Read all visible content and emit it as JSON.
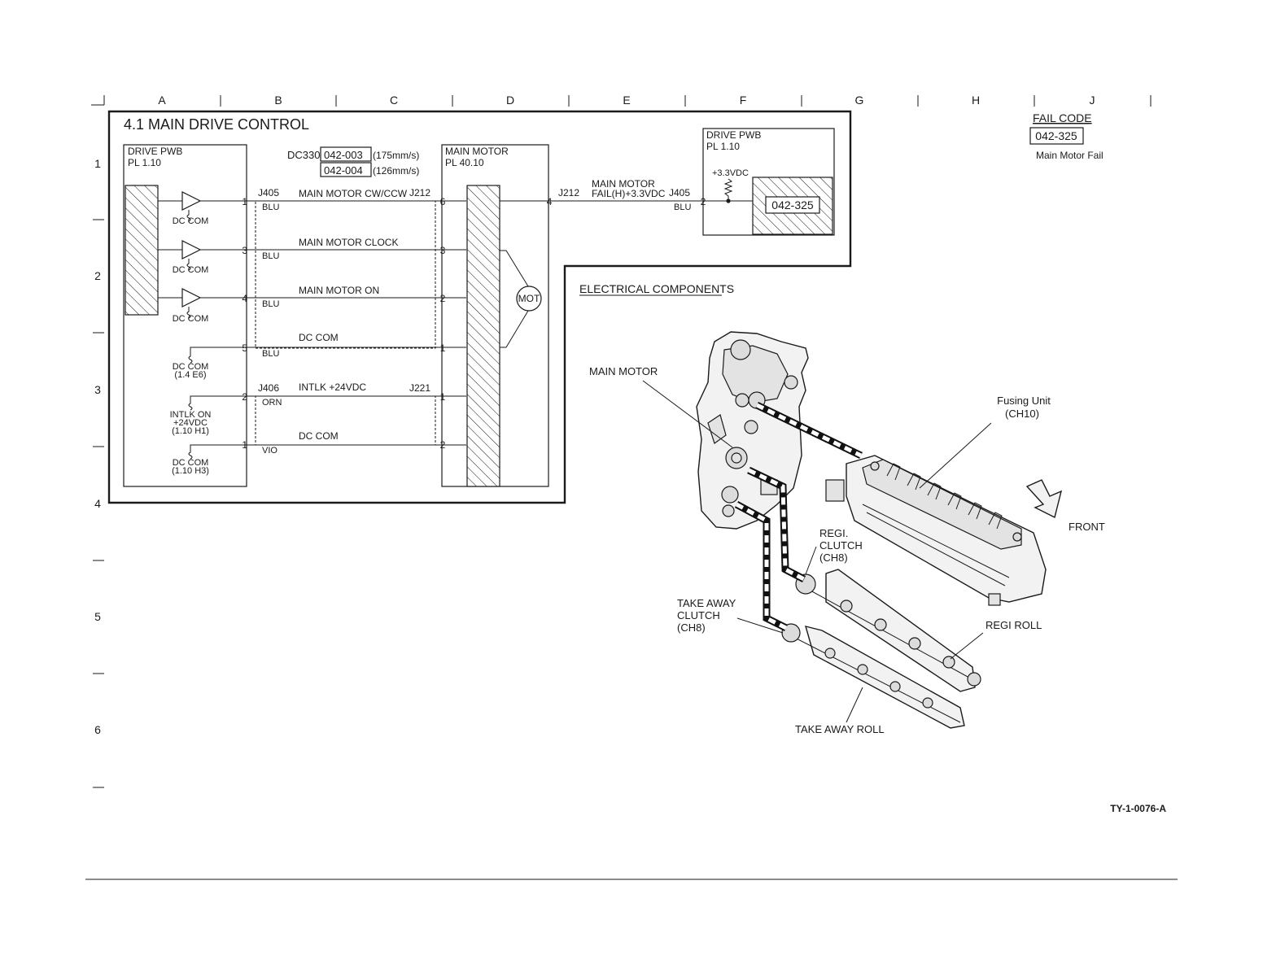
{
  "grid": {
    "columns": [
      "A",
      "B",
      "C",
      "D",
      "E",
      "F",
      "G",
      "H",
      "J"
    ],
    "rows": [
      "1",
      "2",
      "3",
      "4",
      "5",
      "6"
    ]
  },
  "section_title": "4.1 MAIN DRIVE CONTROL",
  "drive_pwb_left": {
    "name": "DRIVE PWB",
    "pl": "PL 1.10"
  },
  "main_motor_block": {
    "name": "MAIN MOTOR",
    "pl": "PL 40.10",
    "symbol": "MOT"
  },
  "dc330": {
    "prefix": "DC330",
    "code1": "042-003",
    "speed1": "(175mm/s)",
    "code2": "042-004",
    "speed2": "(126mm/s)"
  },
  "connectors": {
    "j405": "J405",
    "j212": "J212",
    "j406": "J406",
    "j221": "J221",
    "j212_right": "J212",
    "j405_right": "J405"
  },
  "signals": [
    {
      "pin_left": "1",
      "color": "BLU",
      "label": "MAIN MOTOR CW/CCW",
      "pin_right": "6"
    },
    {
      "pin_left": "3",
      "color": "BLU",
      "label": "MAIN MOTOR CLOCK",
      "pin_right": "3"
    },
    {
      "pin_left": "4",
      "color": "BLU",
      "label": "MAIN MOTOR ON",
      "pin_right": "2"
    },
    {
      "pin_left": "5",
      "color": "BLU",
      "label": "DC COM",
      "pin_right": "1"
    },
    {
      "pin_left": "2",
      "color": "ORN",
      "label": "INTLK +24VDC",
      "pin_right": "1"
    },
    {
      "pin_left": "1",
      "color": "VIO",
      "label": "DC COM",
      "pin_right": "2"
    }
  ],
  "ground_labels": [
    "DC COM",
    "DC COM",
    "DC COM"
  ],
  "dc_com_ref1": {
    "line1": "DC COM",
    "line2": "(1.4 E6)"
  },
  "intlk_ref": {
    "line1": "INTLK ON",
    "line2": "+24VDC",
    "line3": "(1.10 H1)"
  },
  "dc_com_ref2": {
    "line1": "DC COM",
    "line2": "(1.10 H3)"
  },
  "fail_signal": {
    "line1": "MAIN MOTOR",
    "line2": "FAIL(H)+3.3VDC",
    "pin_motor": "4",
    "pin_pwb": "2",
    "color": "BLU"
  },
  "drive_pwb_right": {
    "name": "DRIVE PWB",
    "pl": "PL 1.10",
    "supply": "+3.3VDC",
    "code": "042-325"
  },
  "fail_code": {
    "heading": "FAIL CODE",
    "code": "042-325",
    "description": "Main Motor Fail"
  },
  "electrical_components": {
    "heading": "ELECTRICAL COMPONENTS",
    "main_motor": "MAIN MOTOR",
    "fusing_unit_line1": "Fusing Unit",
    "fusing_unit_line2": "(CH10)",
    "front": "FRONT",
    "regi_clutch_line1": "REGI.",
    "regi_clutch_line2": "CLUTCH",
    "regi_clutch_line3": "(CH8)",
    "take_away_clutch_line1": "TAKE AWAY",
    "take_away_clutch_line2": "CLUTCH",
    "take_away_clutch_line3": "(CH8)",
    "regi_roll": "REGI ROLL",
    "take_away_roll": "TAKE AWAY ROLL"
  },
  "figure_id": "TY-1-0076-A"
}
